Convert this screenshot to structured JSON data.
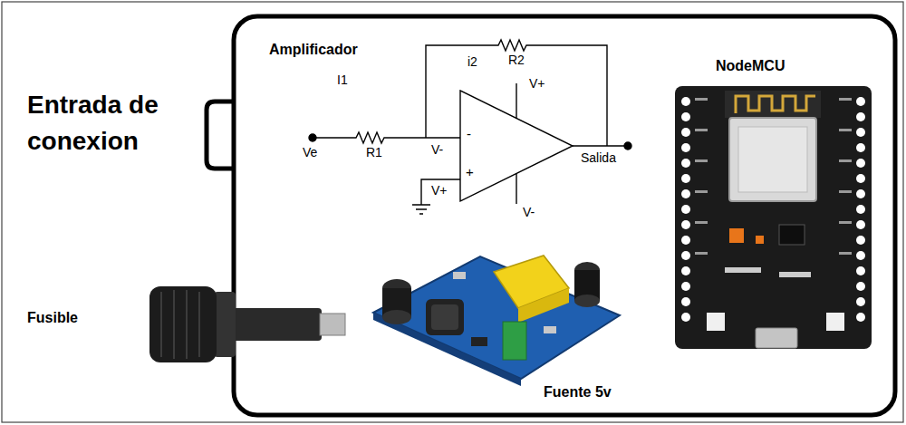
{
  "diagram": {
    "labels": [
      "Entrada de conexion",
      "Amplificador",
      "NodeMCU",
      "Fusible",
      "Fuente 5v",
      "I1",
      "i2",
      "R2",
      "Ve",
      "R1",
      "V-",
      "V+",
      "-",
      "+",
      "V+",
      "Salida",
      "V-"
    ]
  }
}
